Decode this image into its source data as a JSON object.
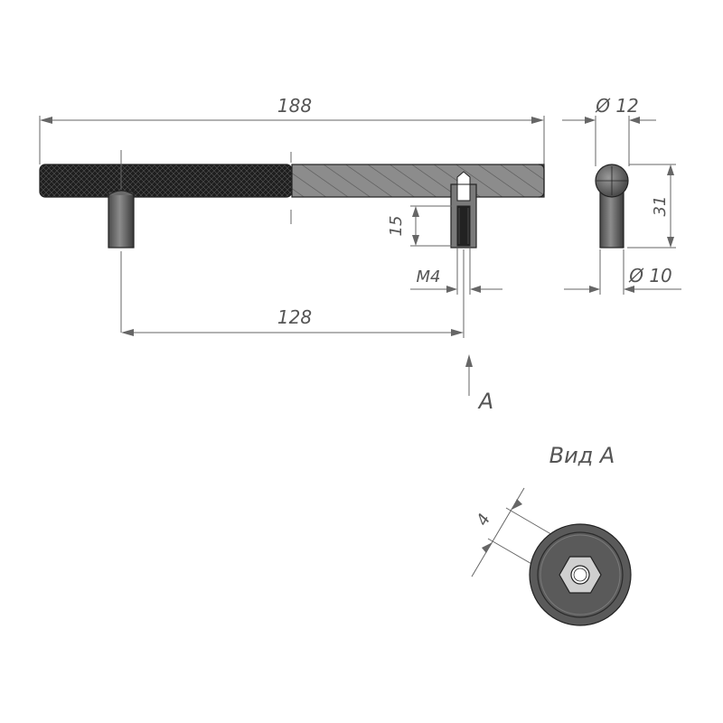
{
  "dimensions": {
    "overall_length": "188",
    "hole_spacing": "128",
    "thread_depth": "15",
    "thread_size": "M4",
    "diameter_top": "Ø 12",
    "diameter_post": "Ø 10",
    "height": "31",
    "hex_size": "4"
  },
  "labels": {
    "view_arrow": "A",
    "view_title": "Вид А"
  },
  "colors": {
    "knurl_fill": "#222222",
    "section_fill": "#8a8a8a",
    "post_fill": "#5f5f5f",
    "dimension_line": "#666666"
  }
}
